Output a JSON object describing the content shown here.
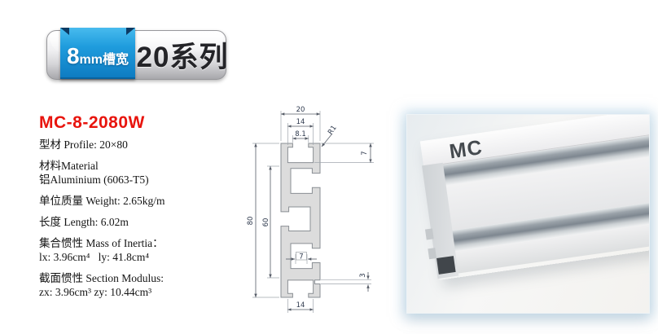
{
  "badge": {
    "slot_number": "8",
    "slot_unit": "mm槽宽",
    "series": "20系列"
  },
  "product": {
    "model": "MC-8-2080W"
  },
  "specs": {
    "profile": "型材 Profile: 20×80",
    "material_label": "材料Material",
    "material_value": "铝Aluminium (6063-T5)",
    "weight": "单位质量 Weight: 2.65kg/m",
    "length": "长度 Length: 6.02m",
    "inertia_label": "集合惯性 Mass of Inertia：",
    "inertia_values": "lx: 3.96cm⁴   ly: 41.8cm⁴",
    "modulus_label": "截面惯性 Section Modulus:",
    "modulus_values": "zx: 3.96cm³ zy: 10.44cm³"
  },
  "drawing": {
    "dims": {
      "overall_width": "20",
      "cavity_width": "14",
      "slot_opening": "8.1",
      "corner_radius": "R1",
      "top_slot_depth": "7",
      "overall_height": "80",
      "inner_height": "60",
      "neck_width": "7",
      "fin_thickness": "3",
      "bottom_cavity_width": "14"
    }
  },
  "photo": {
    "brand_mark": "MC"
  },
  "colors": {
    "accent_red": "#e8140d",
    "ribbon_blue": "#1f9cdd",
    "ribbon_fold_dark": "#0d3a63",
    "series_text": "#242428"
  }
}
